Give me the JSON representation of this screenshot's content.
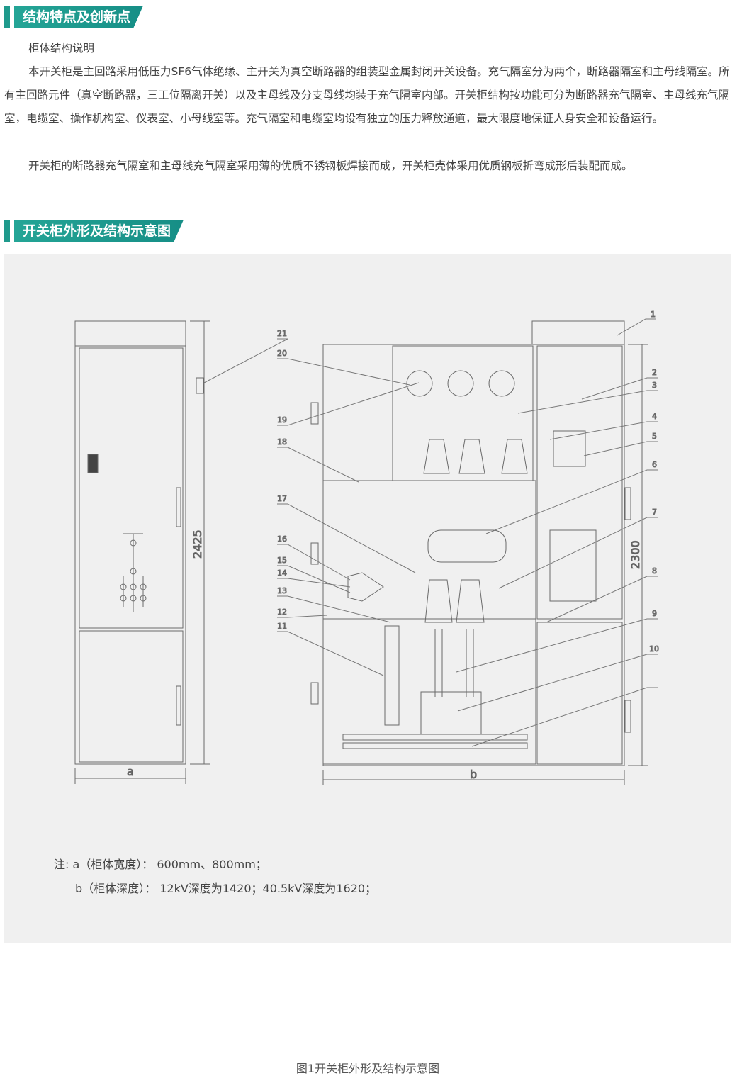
{
  "section1": {
    "title": "结构特点及创新点",
    "subtitle": "柜体结构说明",
    "p1": "本开关柜是主回路采用低压力SF6气体绝缘、主开关为真空断路器的组装型金属封闭开关设备。充气隔室分为两个，断路器隔室和主母线隔室。所有主回路元件（真空断路器，三工位隔离开关）以及主母线及分支母线均装于充气隔室内部。开关柜结构按功能可分为断路器充气隔室、主母线充气隔室，电缆室、操作机构室、仪表室、小母线室等。充气隔室和电缆室均设有独立的压力释放通道，最大限度地保证人身安全和设备运行。",
    "p2": "开关柜的断路器充气隔室和主母线充气隔室采用薄的优质不锈钢板焊接而成，开关柜壳体采用优质钢板折弯成形后装配而成。"
  },
  "section2": {
    "title": "开关柜外形及结构示意图"
  },
  "figure": {
    "caption": "图1开关柜外形及结构示意图",
    "dim_a": "a",
    "dim_b": "b",
    "dim_height_front": "2425",
    "dim_height_side": "2300",
    "callouts": [
      "1",
      "2",
      "3",
      "4",
      "5",
      "6",
      "7",
      "8",
      "9",
      "10",
      "11",
      "12",
      "13",
      "14",
      "15",
      "16",
      "17",
      "18",
      "19",
      "20",
      "21"
    ]
  },
  "notes": {
    "line1": "注: a（柜体宽度）： 600mm、800mm；",
    "line2": "b（柜体深度）： 12kV深度为1420；40.5kV深度为1620；"
  },
  "colors": {
    "accent": "#1f9a8c",
    "figure_bg": "#f0f0f0",
    "line": "#666666"
  }
}
